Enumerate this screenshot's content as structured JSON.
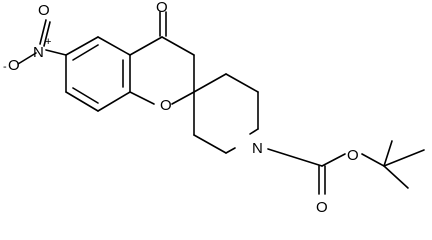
{
  "structure": {
    "atom_labels": {
      "nitro_oxygen_top": "O",
      "nitro_oxygen_left": "O",
      "nitro_nitrogen": "N",
      "nitro_plus": "+",
      "nitro_minus": "-",
      "ketone_oxygen": "O",
      "ring_oxygen": "O",
      "piperidine_nitrogen": "N",
      "carbamate_carbonyl_oxygen": "O",
      "carbamate_ether_oxygen": "O"
    }
  }
}
